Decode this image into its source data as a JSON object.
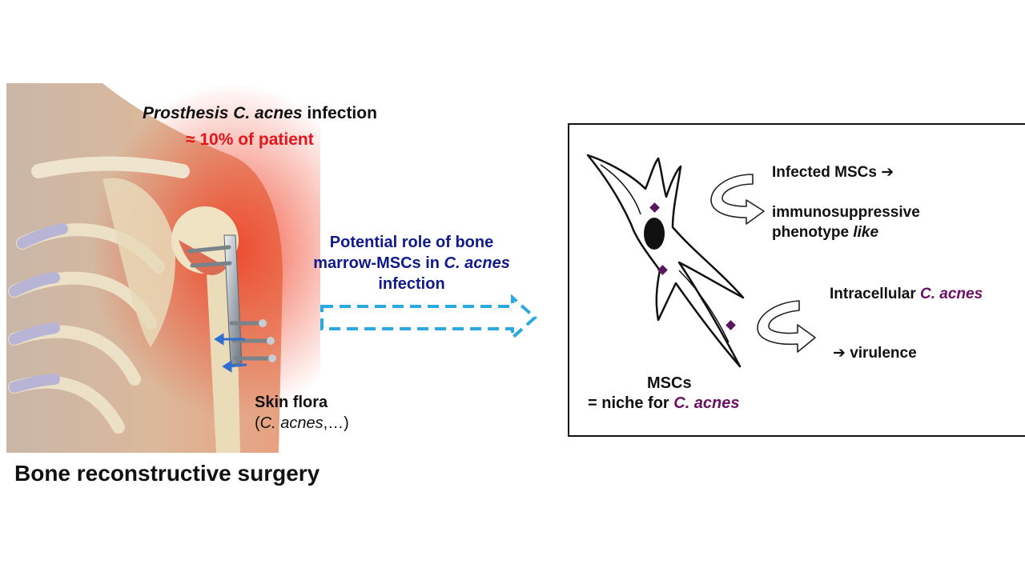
{
  "left": {
    "prosthesis_italic": "Prosthesis C. acnes",
    "prosthesis_rest": " infection",
    "prosthesis_rate": "≈ 10% of patient",
    "skin_flora_title": "Skin flora",
    "skin_flora_open": "(",
    "skin_flora_species": "C. acnes",
    "skin_flora_close": ",…)",
    "caption": "Bone reconstructive surgery"
  },
  "middle": {
    "line1": "Potential role of bone",
    "line2_a": "marrow-MSCs in ",
    "line2_species": "C. acnes",
    "line3": "infection"
  },
  "panel": {
    "infected": "Infected MSCs ➔",
    "immuno_line1": "immunosuppressive",
    "immuno_line2_a": "phenotype ",
    "immuno_line2_like": "like",
    "intracellular_a": "Intracellular ",
    "intracellular_species": "C. acnes",
    "virulence": "➔ virulence",
    "mscs": "MSCs",
    "niche_a": "= niche for ",
    "niche_species": "C. acnes"
  },
  "colors": {
    "rate_red": "#e3141b",
    "role_blue": "#0f1a8c",
    "species_purple": "#6b1063",
    "arrow_cyan": "#2aa9e0",
    "bacteria_purple": "#5b1660"
  }
}
